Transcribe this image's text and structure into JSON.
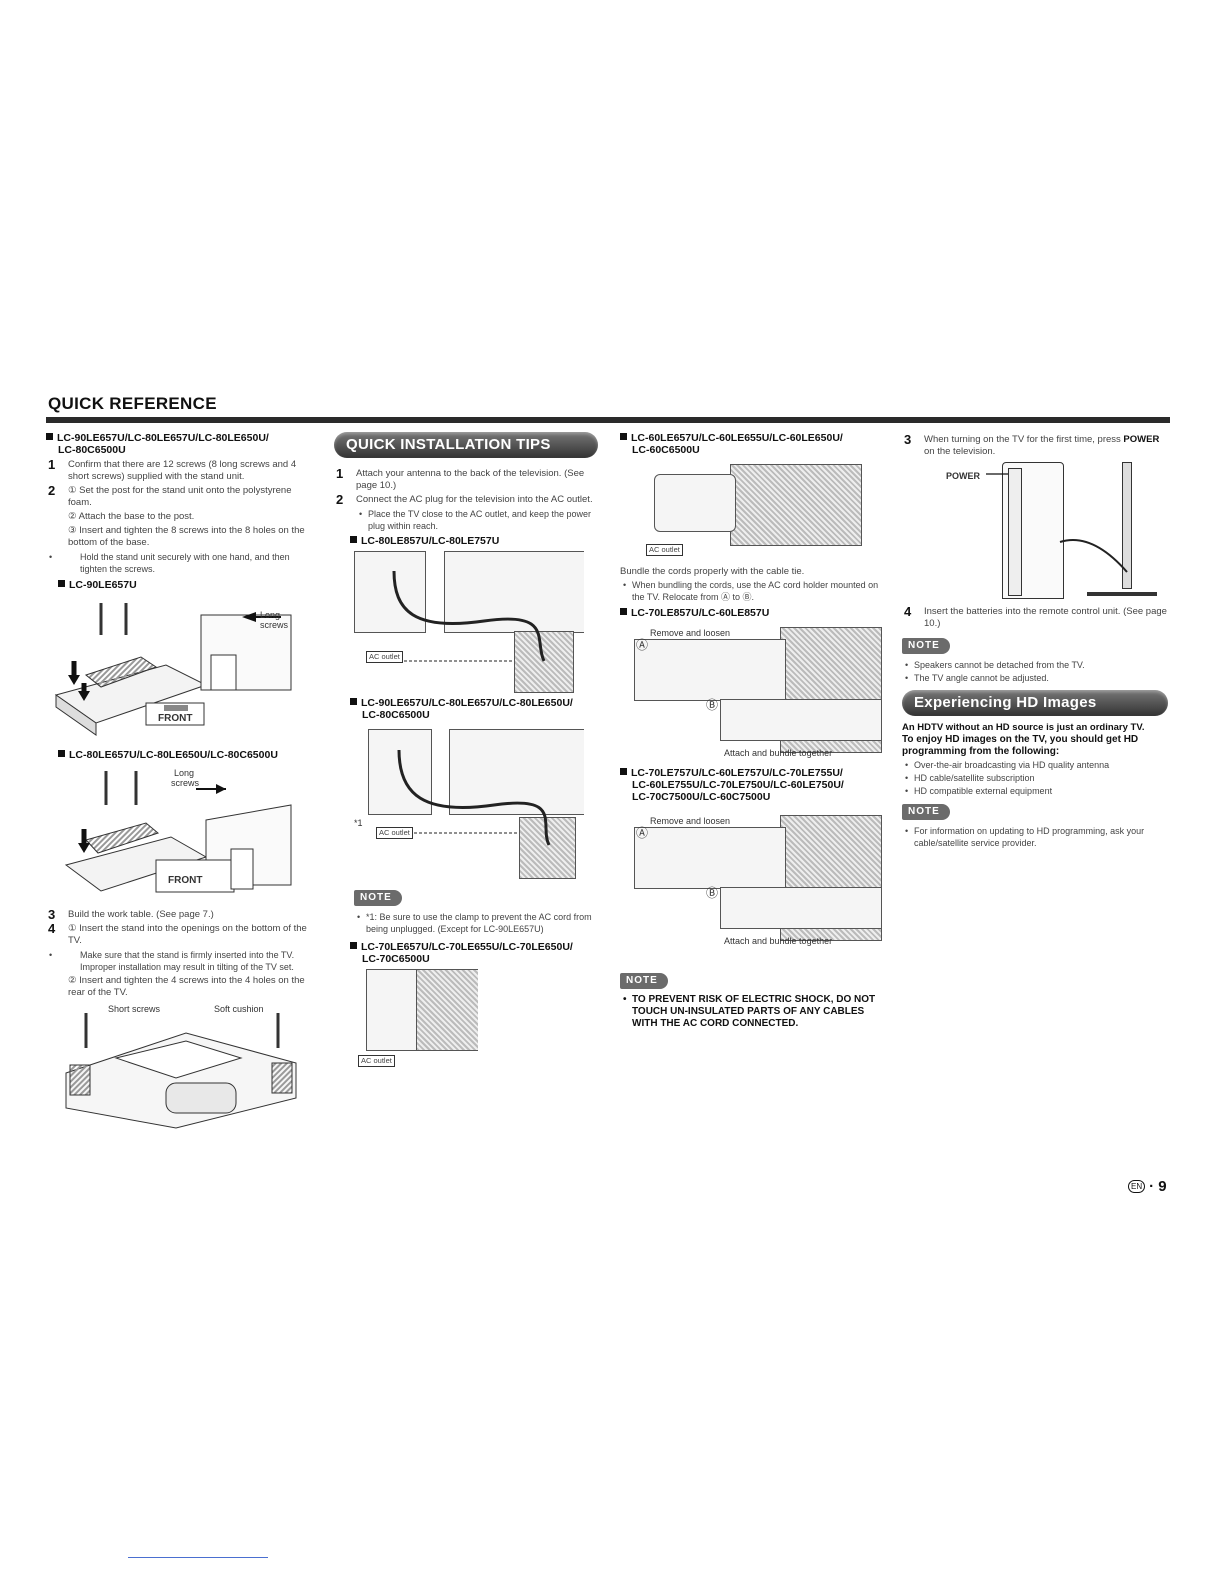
{
  "section_title": "QUICK REFERENCE",
  "col1": {
    "model_head_1a": "LC-90LE657U/LC-80LE657U/LC-80LE650U/",
    "model_head_1b": "LC-80C6500U",
    "step1_num": "1",
    "step1": "Confirm that there are 12 screws (8 long screws and 4 short screws) supplied with the stand unit.",
    "step2_num": "2",
    "step2_a_mark": "①",
    "step2_a": "Set the post for the stand unit onto the polystyrene foam.",
    "step2_b_mark": "②",
    "step2_b": "Attach the base to the post.",
    "step2_c_mark": "③",
    "step2_c": "Insert and tighten the 8 screws into the 8 holes on the bottom of the base.",
    "step2_bullet": "Hold the stand unit securely with one hand, and then tighten the screws.",
    "sub_model_1": "LC-90LE657U",
    "fig1_long": "Long",
    "fig1_screws": "screws",
    "fig1_front": "FRONT",
    "sub_model_2": "LC-80LE657U/LC-80LE650U/LC-80C6500U",
    "fig2_long": "Long",
    "fig2_screws": "screws",
    "fig2_front": "FRONT",
    "step3_num": "3",
    "step3": "Build the work table. (See page 7.)",
    "step4_num": "4",
    "step4_a_mark": "①",
    "step4_a": "Insert the stand into the openings on the bottom of the TV.",
    "step4_bullet": "Make sure that the stand is firmly inserted into the TV. Improper installation may result in tilting of the TV set.",
    "step4_b_mark": "②",
    "step4_b": "Insert and tighten the 4 screws into the 4 holes on the rear of the TV.",
    "fig3_short": "Short screws",
    "fig3_soft": "Soft cushion"
  },
  "col2": {
    "badge": "QUICK INSTALLATION TIPS",
    "step1_num": "1",
    "step1": "Attach your antenna to the back of the television. (See page 10.)",
    "step2_num": "2",
    "step2": "Connect the AC plug for the television into the AC outlet.",
    "step2_bullet": "Place the TV close to the AC outlet, and keep the power plug within reach.",
    "model_a": "LC-80LE857U/LC-80LE757U",
    "ac_outlet": "AC outlet",
    "model_b1": "LC-90LE657U/LC-80LE657U/LC-80LE650U/",
    "model_b2": "LC-80C6500U",
    "footnote_mark": "*1",
    "note_label": "NOTE",
    "note_bullet": "*1: Be sure to use the clamp to prevent the AC cord from being unplugged. (Except for LC-90LE657U)",
    "model_c1": "LC-70LE657U/LC-70LE655U/LC-70LE650U/",
    "model_c2": "LC-70C6500U"
  },
  "col3": {
    "model_a1": "LC-60LE657U/LC-60LE655U/LC-60LE650U/",
    "model_a2": "LC-60C6500U",
    "ac_outlet": "AC outlet",
    "bundle_text": "Bundle the cords properly with the cable tie.",
    "bundle_bullet": "When bundling the cords, use the AC cord holder mounted on the TV. Relocate from Ⓐ to Ⓑ.",
    "model_b": "LC-70LE857U/LC-60LE857U",
    "remove_loosen": "Remove and loosen",
    "mark_a": "Ⓐ",
    "mark_b": "Ⓑ",
    "attach_bundle": "Attach and bundle together",
    "model_c1": "LC-70LE757U/LC-60LE757U/LC-70LE755U/",
    "model_c2": "LC-60LE755U/LC-70LE750U/LC-60LE750U/",
    "model_c3": "LC-70C7500U/LC-60C7500U",
    "note_label": "NOTE",
    "warning": "TO PREVENT RISK OF ELECTRIC SHOCK, DO NOT TOUCH UN-INSULATED PARTS OF ANY CABLES WITH THE AC CORD CONNECTED."
  },
  "col4": {
    "step3_num": "3",
    "step3_a": "When turning on the TV for the first time, press",
    "step3_power": "POWER",
    "step3_b": " on the television.",
    "power_label": "POWER",
    "step4_num": "4",
    "step4": "Insert the batteries into the remote control unit. (See page 10.)",
    "note_label": "NOTE",
    "note1": "Speakers cannot be detached from the TV.",
    "note2": "The TV angle cannot be adjusted.",
    "badge": "Experiencing HD Images",
    "hd_line1": "An HDTV without an HD source is just an ordinary TV.",
    "hd_line2": "To enjoy HD images on the TV, you should get HD programming from the following:",
    "hd_b1": "Over-the-air broadcasting via HD quality antenna",
    "hd_b2": "HD cable/satellite subscription",
    "hd_b3": "HD compatible external equipment",
    "note2_label": "NOTE",
    "note_hd": "For information on updating to HD programming, ask your cable/satellite service provider."
  },
  "page_number": "9",
  "page_lang": "EN"
}
